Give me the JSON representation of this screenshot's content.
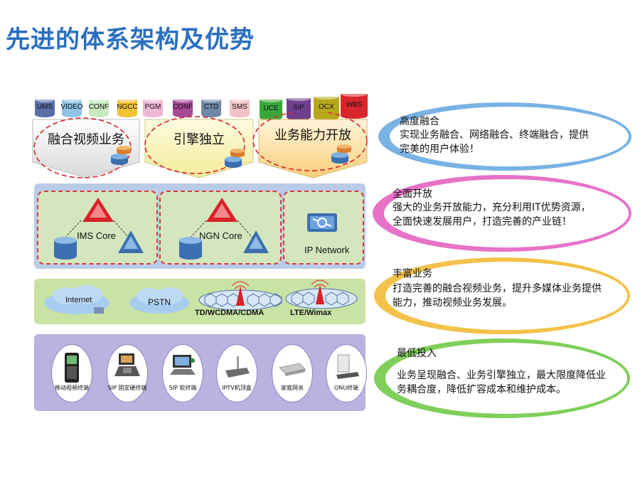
{
  "title": "先进的体系架构及优势",
  "service_layer": {
    "cylinders": [
      {
        "label": "UMS",
        "color": "#5b6ea8"
      },
      {
        "label": "VIDEO",
        "color": "#8fc3e6"
      },
      {
        "label": "CONF",
        "color": "#c9e9c1"
      },
      {
        "label": "NGCC",
        "color": "#f2c233"
      },
      {
        "label": "PGM",
        "color": "#f0b6d8"
      },
      {
        "label": "CONF",
        "color": "#a64a96"
      },
      {
        "label": "CTD",
        "color": "#6f88a6"
      },
      {
        "label": "SMS",
        "color": "#f3c2c6"
      },
      {
        "label": "UCE",
        "color": "#3aa63a"
      },
      {
        "label": "SIP",
        "color": "#6f3f8f"
      },
      {
        "label": "OCX",
        "color": "#b7a81a"
      },
      {
        "label": "WBS",
        "color": "#d8262c"
      }
    ],
    "blocks": [
      "融合视频业务",
      "引擎独立",
      "业务能力开放"
    ]
  },
  "core_layer": {
    "panels": [
      "IMS Core",
      "NGN Core",
      "IP Network"
    ]
  },
  "access_layer": {
    "networks": [
      "Internet",
      "PSTN",
      "TD/WCDMA/CDMA",
      "LTE/Wimax"
    ]
  },
  "terminal_layer": {
    "terminals": [
      "移动视频终端",
      "SIP 固定硬终端",
      "SIP 软终端",
      "IPTV机顶盒",
      "家庭网关",
      "ONU终端"
    ]
  },
  "advantages": [
    {
      "title": "高度融合",
      "desc": "实现业务融合、网络融合、终端融合，提供完美的用户体验！",
      "color": "#79b2e4"
    },
    {
      "title": "全面开放",
      "desc": "强大的业务开放能力，充分利用IT优势资源，全面快速发展用户，打造完善的产业链！",
      "color": "#e772c8"
    },
    {
      "title": "丰富业务",
      "desc": "打造完善的融合视频业务，提升多媒体业务提供能力，推动视频业务发展。",
      "color": "#f3c24a"
    },
    {
      "title": "最低投入",
      "desc": "业务呈现融合、业务引擎独立，最大限度降低业务耦合度，降低扩容成本和维护成本。",
      "color": "#7fcf5a"
    }
  ]
}
